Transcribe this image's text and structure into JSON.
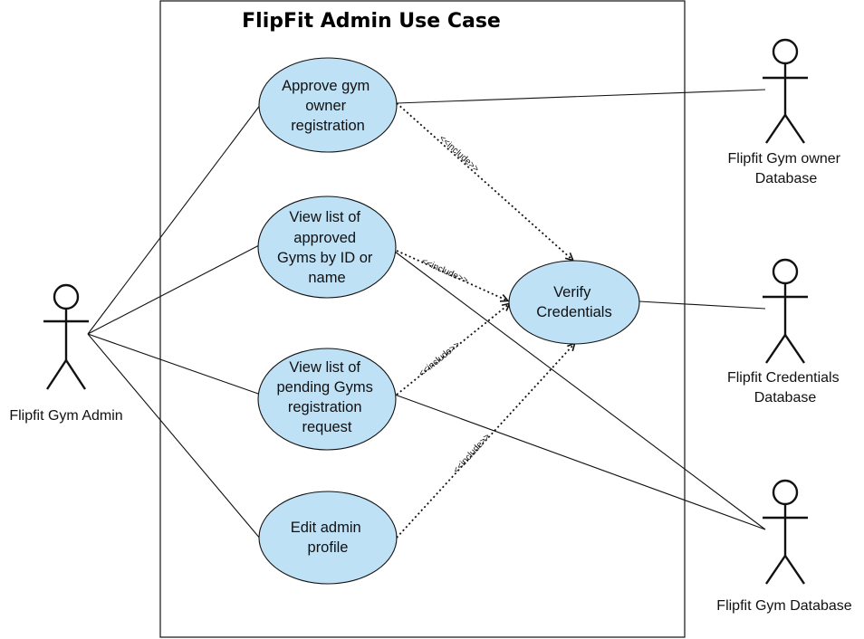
{
  "diagram": {
    "title": "FlipFit Admin Use Case",
    "use_cases": {
      "approve": [
        "Approve gym",
        "owner",
        "registration"
      ],
      "view_approved": [
        "View list of",
        "approved",
        "Gyms by ID or",
        "name"
      ],
      "view_pending": [
        "View list of",
        "pending Gyms",
        "registration",
        "request"
      ],
      "edit_profile": [
        "Edit admin",
        "profile"
      ],
      "verify": [
        "Verify",
        "Credentials"
      ]
    },
    "actors": {
      "admin": [
        "Flipfit Gym Admin"
      ],
      "owner_db": [
        "Flipfit Gym owner",
        "Database"
      ],
      "cred_db": [
        "Flipfit Credentials",
        "Database"
      ],
      "gym_db": [
        "Flipfit Gym Database"
      ]
    },
    "include_label": "<<include>>",
    "colors": {
      "use_case_fill": "#bfe1f6",
      "stroke": "#111111"
    }
  }
}
